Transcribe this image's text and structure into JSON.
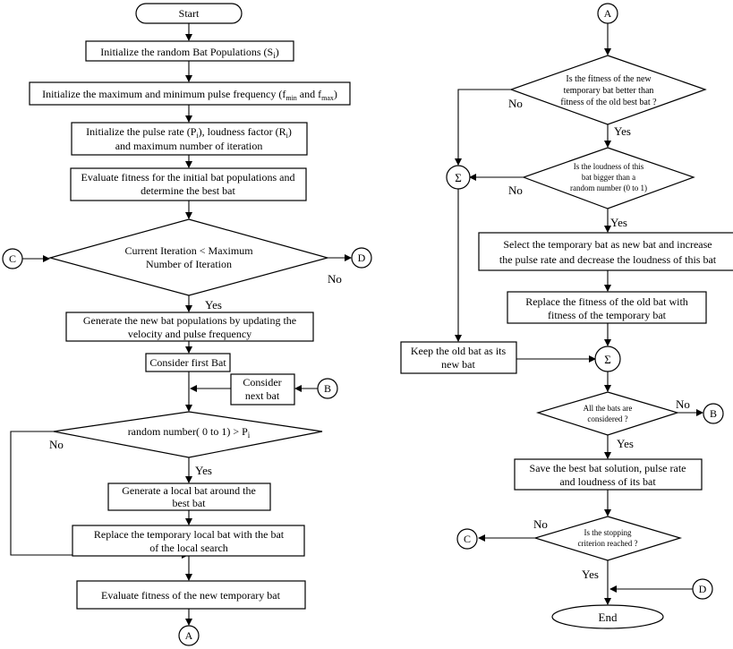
{
  "nodes": {
    "start": "Start",
    "init_pop": "Initialize the random Bat Populations (S",
    "init_pop_sub": "i",
    "init_pop_end": ")",
    "init_freq_a": "Initialize the maximum and minimum pulse frequency (f",
    "init_freq_sub1": "min",
    "init_freq_b": " and f",
    "init_freq_sub2": "max",
    "init_freq_c": ")",
    "init_rate_a": "Initialize the pulse rate (P",
    "init_rate_sub1": "i",
    "init_rate_b": "), loudness factor (R",
    "init_rate_sub2": "i",
    "init_rate_c": ")",
    "init_rate_l2": "and maximum number of iteration",
    "evaluate_init_l1": "Evaluate fitness for the initial bat populations and",
    "evaluate_init_l2": "determine the best bat",
    "iter_l1": "Current Iteration < Maximum",
    "iter_l2": "Number of Iteration",
    "generate_l1": "Generate the new bat populations by updating the",
    "generate_l2": "velocity and pulse frequency",
    "consider_first": "Consider first Bat",
    "consider_next_l1": "Consider",
    "consider_next_l2": "next bat",
    "random_a": "random number( 0 to 1) > P",
    "random_sub": "i",
    "local_l1": "Generate a local bat around the",
    "local_l2": "best bat",
    "replace_local_l1": "Replace the temporary local bat with the bat",
    "replace_local_l2": "of the local search",
    "evaluate_new": "Evaluate fitness of the new temporary bat",
    "fitness_q_l1": "Is the fitness of the  new",
    "fitness_q_l2": "temporary bat better than",
    "fitness_q_l3": "fitness of the old best bat ?",
    "loud_q_l1": "Is the loudness of this",
    "loud_q_l2": "bat bigger than a",
    "loud_q_l3": "random number (0 to 1)",
    "select_l1": "Select the temporary bat as new bat and increase",
    "select_l2": "the pulse rate and decrease the loudness of this bat",
    "replace_old_l1": "Replace the  fitness of the old bat with",
    "replace_old_l2": "fitness of the temporary bat",
    "keep_l1": "Keep the old bat as its",
    "keep_l2": "new bat",
    "all_q_l1": "All the bats are",
    "all_q_l2": "considered ?",
    "save_l1": "Save the best bat solution, pulse rate",
    "save_l2": "and loudness of its bat",
    "stop_q_l1": "Is the stopping",
    "stop_q_l2": "criterion reached ?",
    "end": "End",
    "sigma": "Σ"
  },
  "connectors": {
    "a": "A",
    "b": "B",
    "c": "C",
    "d": "D"
  },
  "labels": {
    "yes": "Yes",
    "no": "No"
  }
}
